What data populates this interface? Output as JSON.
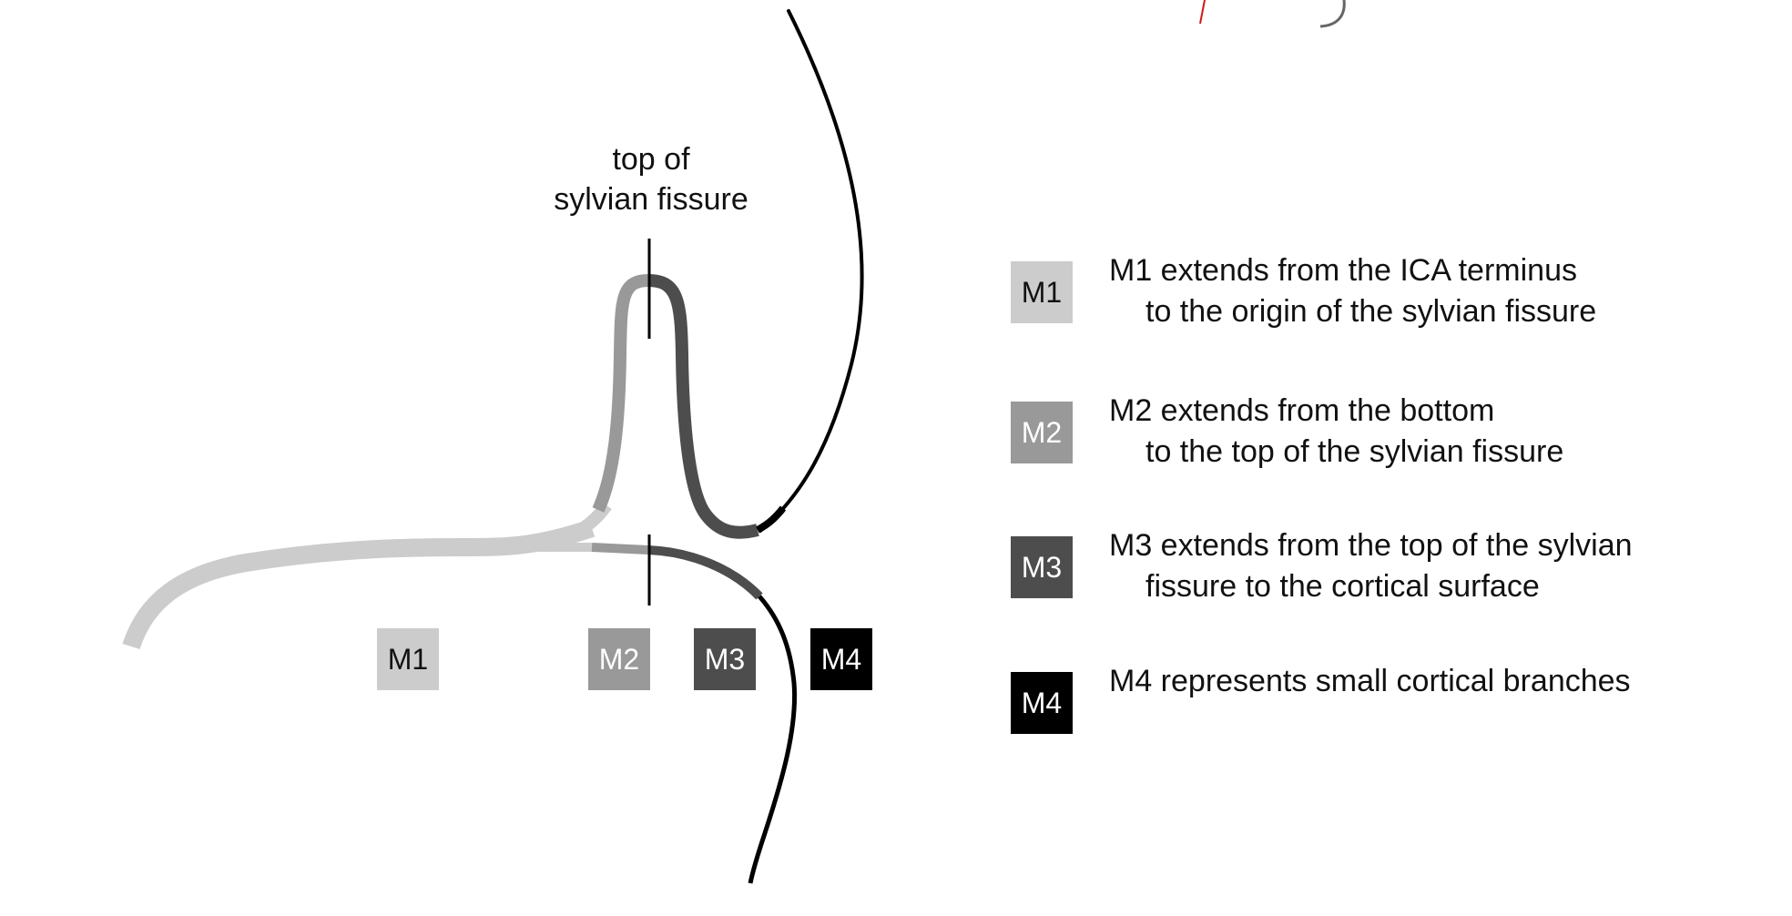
{
  "diagram": {
    "fissure_label": {
      "line1": "top of",
      "line2": "sylvian fissure"
    },
    "segment_tags": [
      {
        "id": "M1",
        "label": "M1",
        "fill": "#cccccc",
        "text_color": "#111111"
      },
      {
        "id": "M2",
        "label": "M2",
        "fill": "#999999",
        "text_color": "#ffffff"
      },
      {
        "id": "M3",
        "label": "M3",
        "fill": "#4d4d4d",
        "text_color": "#ffffff"
      },
      {
        "id": "M4",
        "label": "M4",
        "fill": "#000000",
        "text_color": "#ffffff"
      }
    ]
  },
  "legend": [
    {
      "label": "M1",
      "fill": "#cccccc",
      "text_color": "#111111",
      "line1": "M1 extends from the ICA terminus",
      "line2": "to the origin of the sylvian fissure"
    },
    {
      "label": "M2",
      "fill": "#999999",
      "text_color": "#ffffff",
      "line1": "M2 extends from the bottom",
      "line2": "to the top of the sylvian fissure"
    },
    {
      "label": "M3",
      "fill": "#4d4d4d",
      "text_color": "#ffffff",
      "line1": "M3 extends from the top of the sylvian",
      "line2": "fissure to the cortical surface"
    },
    {
      "label": "M4",
      "fill": "#000000",
      "text_color": "#ffffff",
      "line1": "M4 represents small cortical branches",
      "line2": ""
    }
  ],
  "colors": {
    "m1": "#cccccc",
    "m2": "#999999",
    "m3": "#4d4d4d",
    "m4": "#000000",
    "marker": "#000000",
    "stray_red": "#d01818",
    "stray_gray": "#666666"
  }
}
